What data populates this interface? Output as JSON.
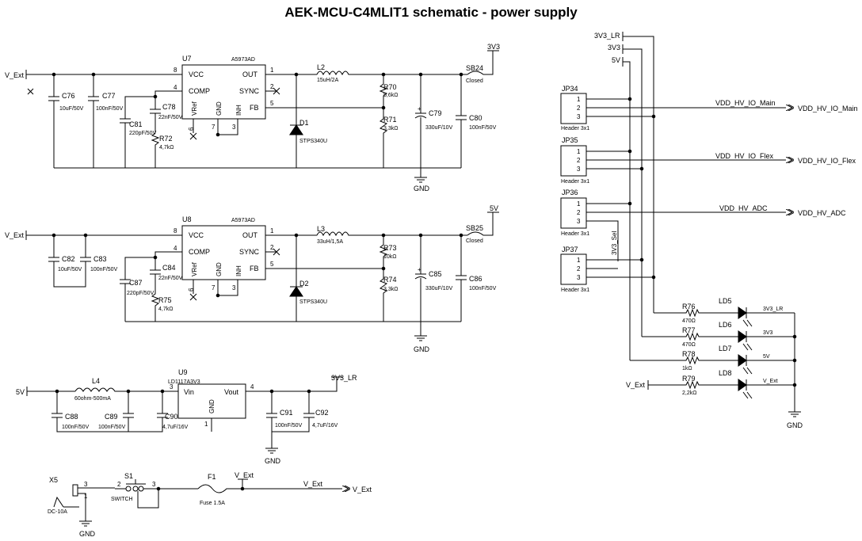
{
  "title": "AEK-MCU-C4MLIT1 schematic - power supply",
  "nets": {
    "v_ext": "V_Ext",
    "v3v3": "3V3",
    "v5": "5V",
    "v3v3_lr": "3V3_LR",
    "gnd": "GND",
    "vdd_main": "VDD_HV_IO_Main",
    "vdd_flex": "VDD_HV_IO_Flex",
    "vdd_adc": "VDD_HV_ADC",
    "v3v3_sel": "3V3_Sel"
  },
  "regulators": {
    "u7": {
      "ref": "U7",
      "part": "A5973AD",
      "vcc": "VCC",
      "comp": "COMP",
      "vref": "VRef",
      "gnd": "GND",
      "inh": "INH",
      "out": "OUT",
      "sync": "SYNC",
      "fb": "FB",
      "p1": "1",
      "p2": "2",
      "p3": "3",
      "p4": "4",
      "p5": "5",
      "p6": "6",
      "p7": "7",
      "p8": "8"
    },
    "u8": {
      "ref": "U8",
      "part": "A5973AD",
      "vcc": "VCC",
      "comp": "COMP",
      "vref": "VRef",
      "gnd": "GND",
      "inh": "INH",
      "out": "OUT",
      "sync": "SYNC",
      "fb": "FB",
      "p1": "1",
      "p2": "2",
      "p3": "3",
      "p4": "4",
      "p5": "5",
      "p6": "6",
      "p7": "7",
      "p8": "8"
    },
    "u9": {
      "ref": "U9",
      "part": "LD1117A3V3",
      "vin": "Vin",
      "vout": "Vout",
      "gnd": "GND",
      "p1": "1",
      "p3": "3",
      "p4": "4"
    }
  },
  "parts": {
    "c76": {
      "ref": "C76",
      "val": "10uF/50V"
    },
    "c77": {
      "ref": "C77",
      "val": "100nF/50V"
    },
    "c78": {
      "ref": "C78",
      "val": "22nF/50V"
    },
    "c81": {
      "ref": "C81",
      "val": "220pF/50V"
    },
    "r72": {
      "ref": "R72",
      "val": "4,7kΩ"
    },
    "l2": {
      "ref": "L2",
      "val": "15uH/2A"
    },
    "r70": {
      "ref": "R70",
      "val": "5,6kΩ"
    },
    "r71": {
      "ref": "R71",
      "val": "3,3kΩ"
    },
    "c79": {
      "ref": "C79",
      "val": "330uF/10V"
    },
    "c80": {
      "ref": "C80",
      "val": "100nF/50V"
    },
    "d1": {
      "ref": "D1",
      "val": "STPS340U"
    },
    "sb24": {
      "ref": "SB24",
      "val": "Closed"
    },
    "c82": {
      "ref": "C82",
      "val": "10uF/50V"
    },
    "c83": {
      "ref": "C83",
      "val": "100nF/50V"
    },
    "c84": {
      "ref": "C84",
      "val": "22nF/50V"
    },
    "c87": {
      "ref": "C87",
      "val": "220pF/50V"
    },
    "r75": {
      "ref": "R75",
      "val": "4,7kΩ"
    },
    "l3": {
      "ref": "L3",
      "val": "33uH/1,5A"
    },
    "r73": {
      "ref": "R73",
      "val": "10kΩ"
    },
    "r74": {
      "ref": "R74",
      "val": "3,3kΩ"
    },
    "c85": {
      "ref": "C85",
      "val": "330uF/10V"
    },
    "c86": {
      "ref": "C86",
      "val": "100nF/50V"
    },
    "d2": {
      "ref": "D2",
      "val": "STPS340U"
    },
    "sb25": {
      "ref": "SB25",
      "val": "Closed"
    },
    "l4": {
      "ref": "L4",
      "val": "60ohm-500mA"
    },
    "c88": {
      "ref": "C88",
      "val": "100nF/50V"
    },
    "c89": {
      "ref": "C89",
      "val": "100nF/50V"
    },
    "c90": {
      "ref": "C90",
      "val": "4,7uF/16V"
    },
    "c91": {
      "ref": "C91",
      "val": "100nF/50V"
    },
    "c92": {
      "ref": "C92",
      "val": "4,7uF/16V"
    },
    "x5": {
      "ref": "X5",
      "val": "DC-10A"
    },
    "s1": {
      "ref": "S1",
      "val": "SWITCH"
    },
    "f1": {
      "ref": "F1",
      "val": "Fuse 1.5A"
    },
    "r76": {
      "ref": "R76",
      "val": "470Ω"
    },
    "r77": {
      "ref": "R77",
      "val": "470Ω"
    },
    "r78": {
      "ref": "R78",
      "val": "1kΩ"
    },
    "r79": {
      "ref": "R79",
      "val": "2,2kΩ"
    },
    "ld5": {
      "ref": "LD5"
    },
    "ld6": {
      "ref": "LD6"
    },
    "ld7": {
      "ref": "LD7"
    },
    "ld8": {
      "ref": "LD8"
    }
  },
  "headers": {
    "jp34": {
      "ref": "JP34",
      "val": "Header 3x1"
    },
    "jp35": {
      "ref": "JP35",
      "val": "Header 3x1"
    },
    "jp36": {
      "ref": "JP36",
      "val": "Header 3x1"
    },
    "jp37": {
      "ref": "JP37",
      "val": "Header 3x1"
    },
    "pin1": "1",
    "pin2": "2",
    "pin3": "3"
  }
}
